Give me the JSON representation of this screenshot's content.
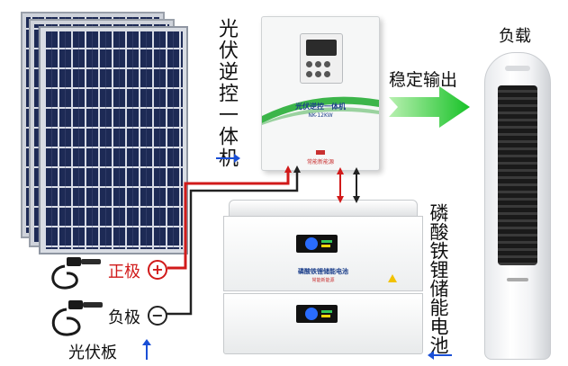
{
  "labels": {
    "inverter_vertical": "光伏逆控一体机",
    "output": "稳定输出",
    "load": "负载",
    "battery_vertical": "磷酸铁锂储能电池",
    "positive": "正极",
    "negative": "负极",
    "pv_panel": "光伏板"
  },
  "inverter": {
    "name": "光伏逆控一体机",
    "model": "NK-12KW",
    "brand": "常能新能源"
  },
  "battery": {
    "name": "磷酸铁锂储能电池",
    "brand": "常能新能源"
  },
  "symbols": {
    "plus": "+",
    "minus": "−"
  },
  "colors": {
    "positive_wire": "#d11a1a",
    "negative_wire": "#222222",
    "arrow_blue": "#1a4fd6",
    "output_arrow": "#22c32b",
    "panel_cell": "#1d2a55"
  },
  "icons": {
    "output_arrow": "big-arrow-right-icon",
    "pointer_arrow": "small-arrow-icon",
    "connector": "mc4-cable-icon"
  }
}
